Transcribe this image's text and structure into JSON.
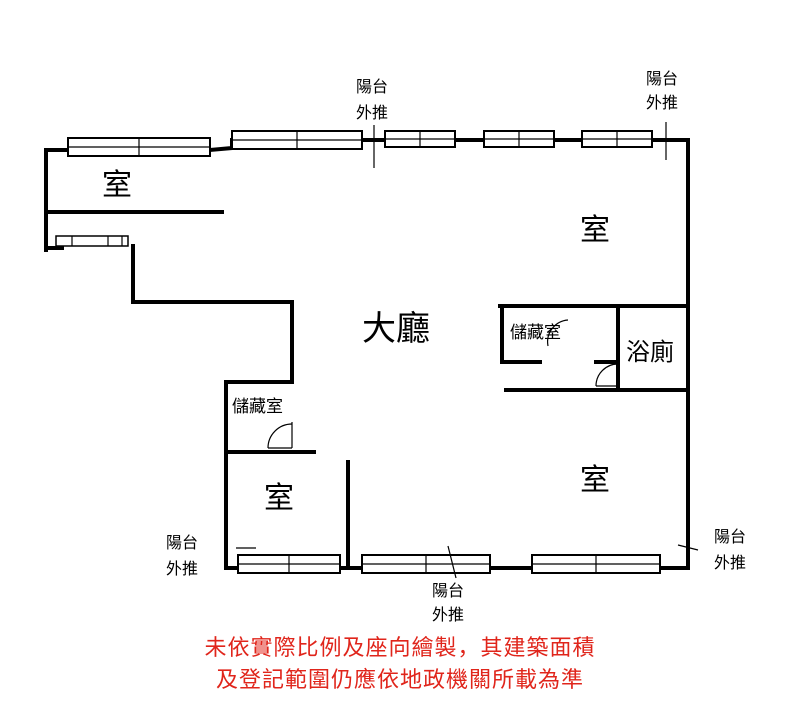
{
  "rooms": {
    "bedroom_top_left": "室",
    "bedroom_top_right": "室",
    "living_room": "大廳",
    "storage_center": "儲藏室",
    "bathroom": "浴廁",
    "storage_left": "儲藏室",
    "bedroom_bottom_left": "室",
    "bedroom_bottom_right": "室"
  },
  "balcony_notes": [
    {
      "line1": "陽台",
      "line2": "外推"
    },
    {
      "line1": "陽台",
      "line2": "外推"
    },
    {
      "line1": "陽台",
      "line2": "外推"
    },
    {
      "line1": "陽台",
      "line2": "外推"
    },
    {
      "line1": "陽台",
      "line2": "外推"
    }
  ],
  "disclaimer": {
    "line1": "未依實際比例及座向繪製，其建築面積",
    "line2": "及登記範圍仍應依地政機關所載為準",
    "color": "#e0251b"
  }
}
